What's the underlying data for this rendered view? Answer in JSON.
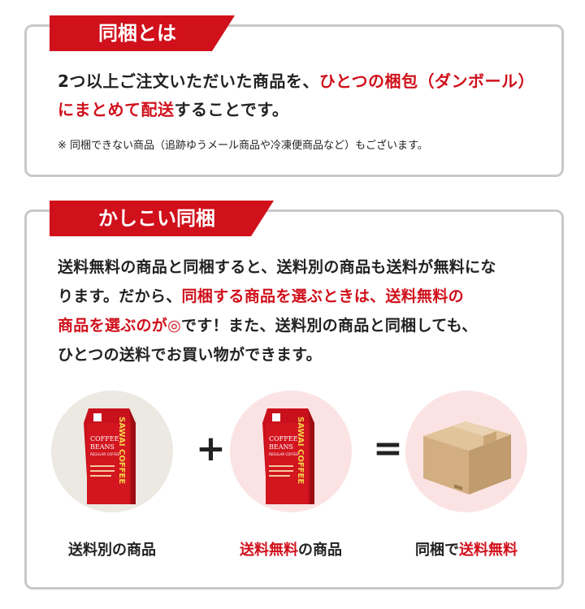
{
  "section1": {
    "tab": "同梱とは",
    "line1_a": "2つ以上ご注文いただいた商品を、",
    "line1_b": "ひとつの梱包（ダンボール）",
    "line2_a": "にまとめて配送",
    "line2_b": "することです。",
    "note": "※ 同梱できない商品（追跡ゆうメール商品や冷凍便商品など）もございます。"
  },
  "section2": {
    "tab": "かしこい同梱",
    "t1": "送料無料の商品と同梱すると、送料別の商品も送料が無料にな",
    "t2": "ります。だから、",
    "t3": "同梱する商品を選ぶときは、送料無料の",
    "t4": "商品を選ぶのが◎",
    "t5": "です！また、送料別の商品と同梱しても、",
    "t6": "ひとつの送料でお買い物ができます。"
  },
  "equation": {
    "plus": "+",
    "equals": "=",
    "bag_brand": "SAWAI COFFEE",
    "bag_title_1": "COFFEE",
    "bag_title_2": "BEANS",
    "bag_sub": "REGULAR COFFEE",
    "cap1": "送料別の商品",
    "cap2_red": "送料無料",
    "cap2_rest": "の商品",
    "cap3_a": "同梱で",
    "cap3_red": "送料無料"
  },
  "colors": {
    "accent": "#d0101b",
    "border": "#c9c9c9",
    "circle_grey": "#ebe9e2",
    "circle_pink": "#fbe3e4",
    "box": "#d5b58c"
  }
}
